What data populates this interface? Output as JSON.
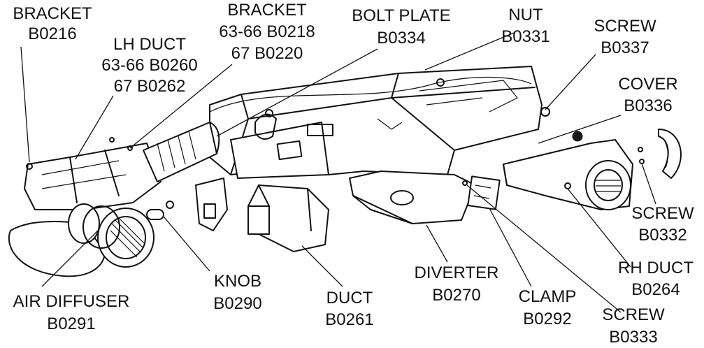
{
  "labels": {
    "bracket_b0216": [
      "BRACKET",
      "B0216"
    ],
    "lh_duct": [
      "LH DUCT",
      "63-66 B0260",
      "67 B0262"
    ],
    "bracket_b0218": [
      "BRACKET",
      "63-66 B0218",
      "67 B0220"
    ],
    "bolt_plate": [
      "BOLT PLATE",
      "B0334"
    ],
    "nut": [
      "NUT",
      "B0331"
    ],
    "screw_b0337": [
      "SCREW",
      "B0337"
    ],
    "cover": [
      "COVER",
      "B0336"
    ],
    "screw_b0332": [
      "SCREW",
      "B0332"
    ],
    "rh_duct": [
      "RH DUCT",
      "B0264"
    ],
    "screw_b0333": [
      "SCREW",
      "B0333"
    ],
    "clamp": [
      "CLAMP",
      "B0292"
    ],
    "diverter": [
      "DIVERTER",
      "B0270"
    ],
    "duct": [
      "DUCT",
      "B0261"
    ],
    "knob": [
      "KNOB",
      "B0290"
    ],
    "air_diffuser": [
      "AIR DIFFUSER",
      "B0291"
    ]
  }
}
